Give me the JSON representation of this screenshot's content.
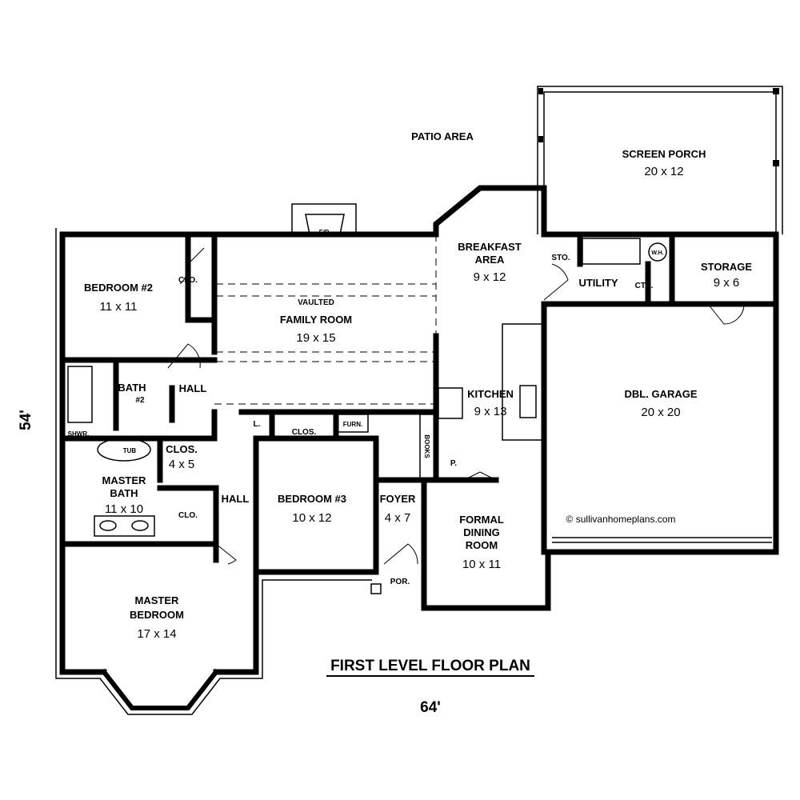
{
  "title": "FIRST LEVEL FLOOR PLAN",
  "width_dim": "64'",
  "depth_dim": "54'",
  "copyright": "© sullivanhomeplans.com",
  "rooms": {
    "patio": {
      "name": "PATIO AREA"
    },
    "screen_porch": {
      "name": "SCREEN PORCH",
      "size": "20 x 12"
    },
    "breakfast": {
      "name1": "BREAKFAST",
      "name2": "AREA",
      "size": "9 x 12"
    },
    "sto": {
      "name": "STO."
    },
    "utility": {
      "name": "UTILITY"
    },
    "cts": {
      "name": "CTS."
    },
    "wh": {
      "name": "W.H."
    },
    "storage": {
      "name": "STORAGE",
      "size": "9 x 6"
    },
    "bedroom2": {
      "name": "BEDROOM #2",
      "size": "11 x 11"
    },
    "clo1": {
      "name": "CLO."
    },
    "fp": {
      "name": "F/P"
    },
    "vaulted": {
      "name": "VAULTED"
    },
    "family": {
      "name": "FAMILY ROOM",
      "size": "19 x 15"
    },
    "bath2": {
      "name1": "BATH",
      "name2": "#2"
    },
    "hall1": {
      "name": "HALL"
    },
    "shwr": {
      "name": "SHWR."
    },
    "tub": {
      "name": "TUB"
    },
    "clos45": {
      "name": "CLOS.",
      "size": "4 x 5"
    },
    "master_bath": {
      "name1": "MASTER",
      "name2": "BATH",
      "size": "11 x 10"
    },
    "clo2": {
      "name": "CLO."
    },
    "hall2": {
      "name": "HALL"
    },
    "linen": {
      "name": "L."
    },
    "clos": {
      "name": "CLOS."
    },
    "furn": {
      "name": "FURN."
    },
    "books": {
      "name": "BOOKS"
    },
    "kitchen": {
      "name": "KITCHEN",
      "size": "9 x 13"
    },
    "pantry": {
      "name": "P."
    },
    "garage": {
      "name": "DBL. GARAGE",
      "size": "20 x 20"
    },
    "bedroom3": {
      "name": "BEDROOM #3",
      "size": "10 x 12"
    },
    "foyer": {
      "name": "FOYER",
      "size": "4 x 7"
    },
    "dining": {
      "name1": "FORMAL",
      "name2": "DINING",
      "name3": "ROOM",
      "size": "10 x 11"
    },
    "porch": {
      "name": "POR."
    },
    "master_bed": {
      "name1": "MASTER",
      "name2": "BEDROOM",
      "size": "17 x 14"
    }
  }
}
